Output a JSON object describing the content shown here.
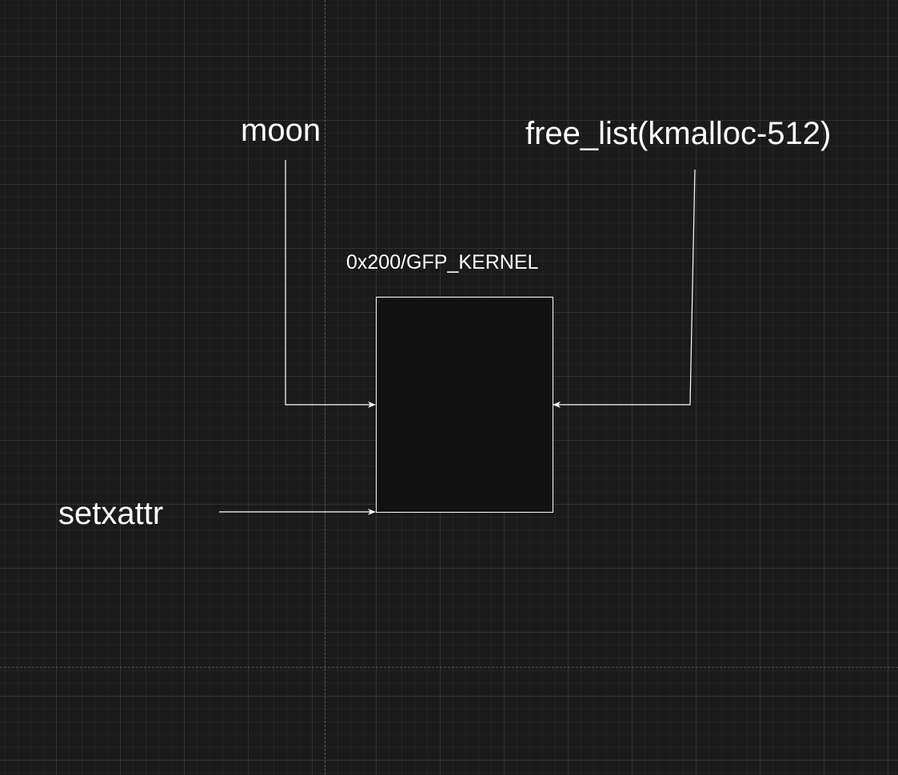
{
  "diagram": {
    "nodes": {
      "moon": {
        "label": "moon"
      },
      "free_list": {
        "label": "free_list(kmalloc-512)"
      },
      "setxattr": {
        "label": "setxattr"
      },
      "chunk": {
        "label": "0x200/GFP_KERNEL"
      }
    },
    "edges": [
      {
        "from": "moon",
        "to": "chunk"
      },
      {
        "from": "free_list",
        "to": "chunk"
      },
      {
        "from": "setxattr",
        "to": "chunk"
      }
    ],
    "colors": {
      "background": "#1a1a1a",
      "stroke": "#ffffff",
      "block_fill": "#121212"
    }
  }
}
